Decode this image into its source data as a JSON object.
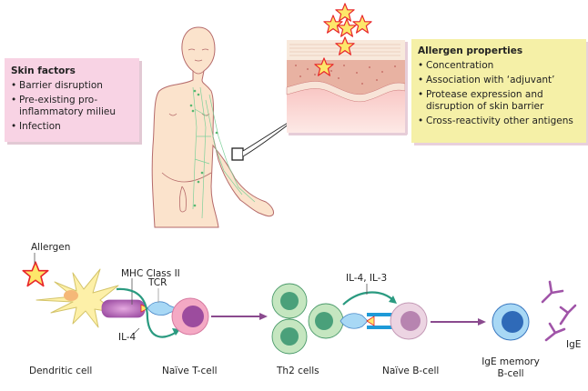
{
  "skin_factors": {
    "title": "Skin factors",
    "items": [
      "Barrier disruption",
      "Pre-existing pro-inflammatory milieu",
      "Infection"
    ]
  },
  "allergen_properties": {
    "title": "Allergen properties",
    "items": [
      "Concentration",
      "Association with ‘adjuvant’",
      "Protease expression and disruption of skin barrier",
      "Cross-reactivity other antigens"
    ]
  },
  "labels": {
    "allergen": "Allergen",
    "mhc_class_ii": "MHC Class II",
    "tcr": "TCR",
    "il4": "IL-4",
    "il4_il3": "IL-4, IL-3",
    "ige": "IgE"
  },
  "cells": {
    "dendritic": "Dendritic cell",
    "naive_t": "Naïve T-cell",
    "th2": "Th2 cells",
    "naive_b": "Naïve B-cell",
    "ige_memory_line1": "IgE memory",
    "ige_memory_line2": "B-cell"
  },
  "colors": {
    "skin_box": "#f8d3e4",
    "allergen_box": "#f5f0a7",
    "arrow_purple": "#8a4a8e",
    "teal_arrow": "#2a9a80",
    "star_fill": "#fde76a",
    "star_stroke": "#e8262a"
  }
}
